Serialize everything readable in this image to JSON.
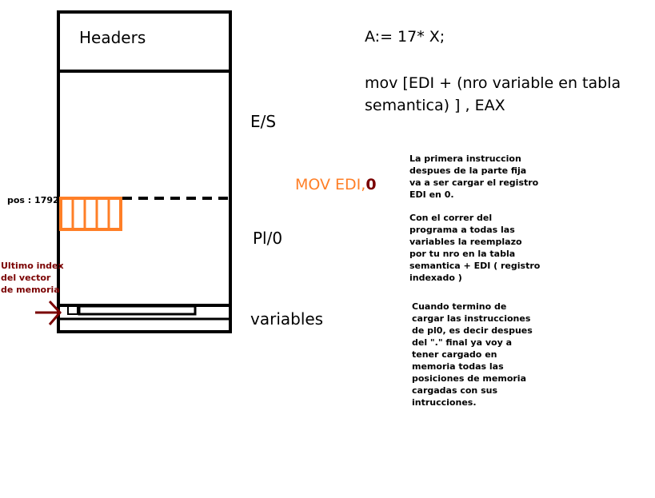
{
  "memory_blocks": {
    "headers": "Headers",
    "es": "E/S",
    "pl0": "Pl/0",
    "variables": "variables"
  },
  "pos_label": "pos : 1792",
  "last_index_label": [
    "Ultimo index",
    "del vector",
    "de memoria"
  ],
  "code": {
    "assignment": "A:= 17* X;",
    "mov_line1": "mov [EDI + (nro variable en tabla",
    "mov_line2": "semantica) ] , EAX",
    "mov_edi_prefix": "MOV EDI,",
    "mov_edi_value": "0"
  },
  "notes": {
    "first": [
      "La primera instruccion",
      "despues de la parte fija",
      "va a ser cargar el registro",
      "EDI en 0."
    ],
    "second": [
      "Con el correr del",
      "programa a todas las",
      "variables la reemplazo",
      "por tu nro en la tabla",
      "semantica +  EDI ( registro",
      "indexado )"
    ],
    "third": [
      "Cuando termino de",
      "cargar las instrucciones",
      "de pl0, es decir despues",
      "del \".\" final ya voy a",
      "tener cargado en",
      "memoria todas las",
      "posiciones de memoria",
      "cargadas con sus",
      "intrucciones."
    ]
  },
  "colors": {
    "orange": "#ff7f27",
    "dark_red": "#7a0000",
    "black": "#000000"
  }
}
